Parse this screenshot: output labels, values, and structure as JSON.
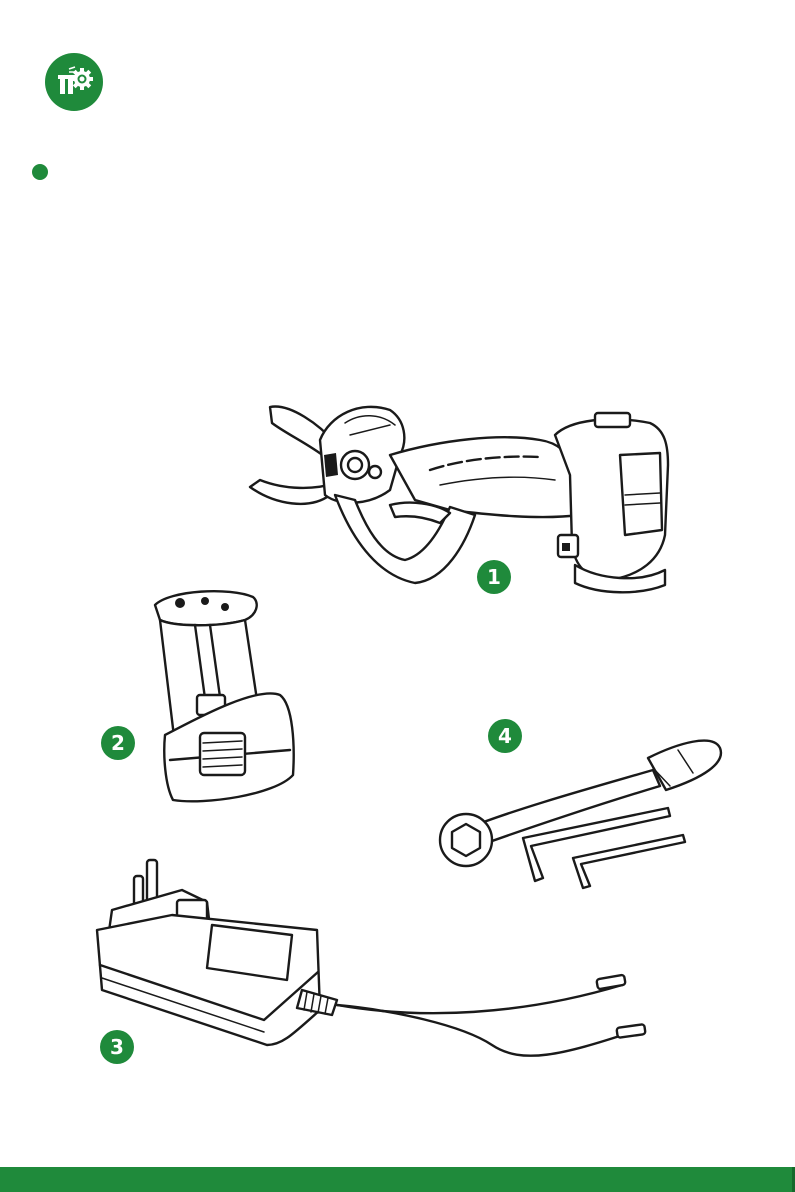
{
  "theme": {
    "green": "#1f8a3b",
    "dark_green": "#15692b"
  },
  "header": {
    "icon": "box-with-gear-icon"
  },
  "section": {
    "bullet": "green-dot-bullet"
  },
  "package_contents": [
    {
      "number": "1",
      "item_icon": "electric-pruning-shears-icon"
    },
    {
      "number": "2",
      "item_icon": "battery-pack-icon"
    },
    {
      "number": "3",
      "item_icon": "charger-adapter-icon"
    },
    {
      "number": "4",
      "item_icon": "wrench-and-hex-keys-icon"
    }
  ]
}
